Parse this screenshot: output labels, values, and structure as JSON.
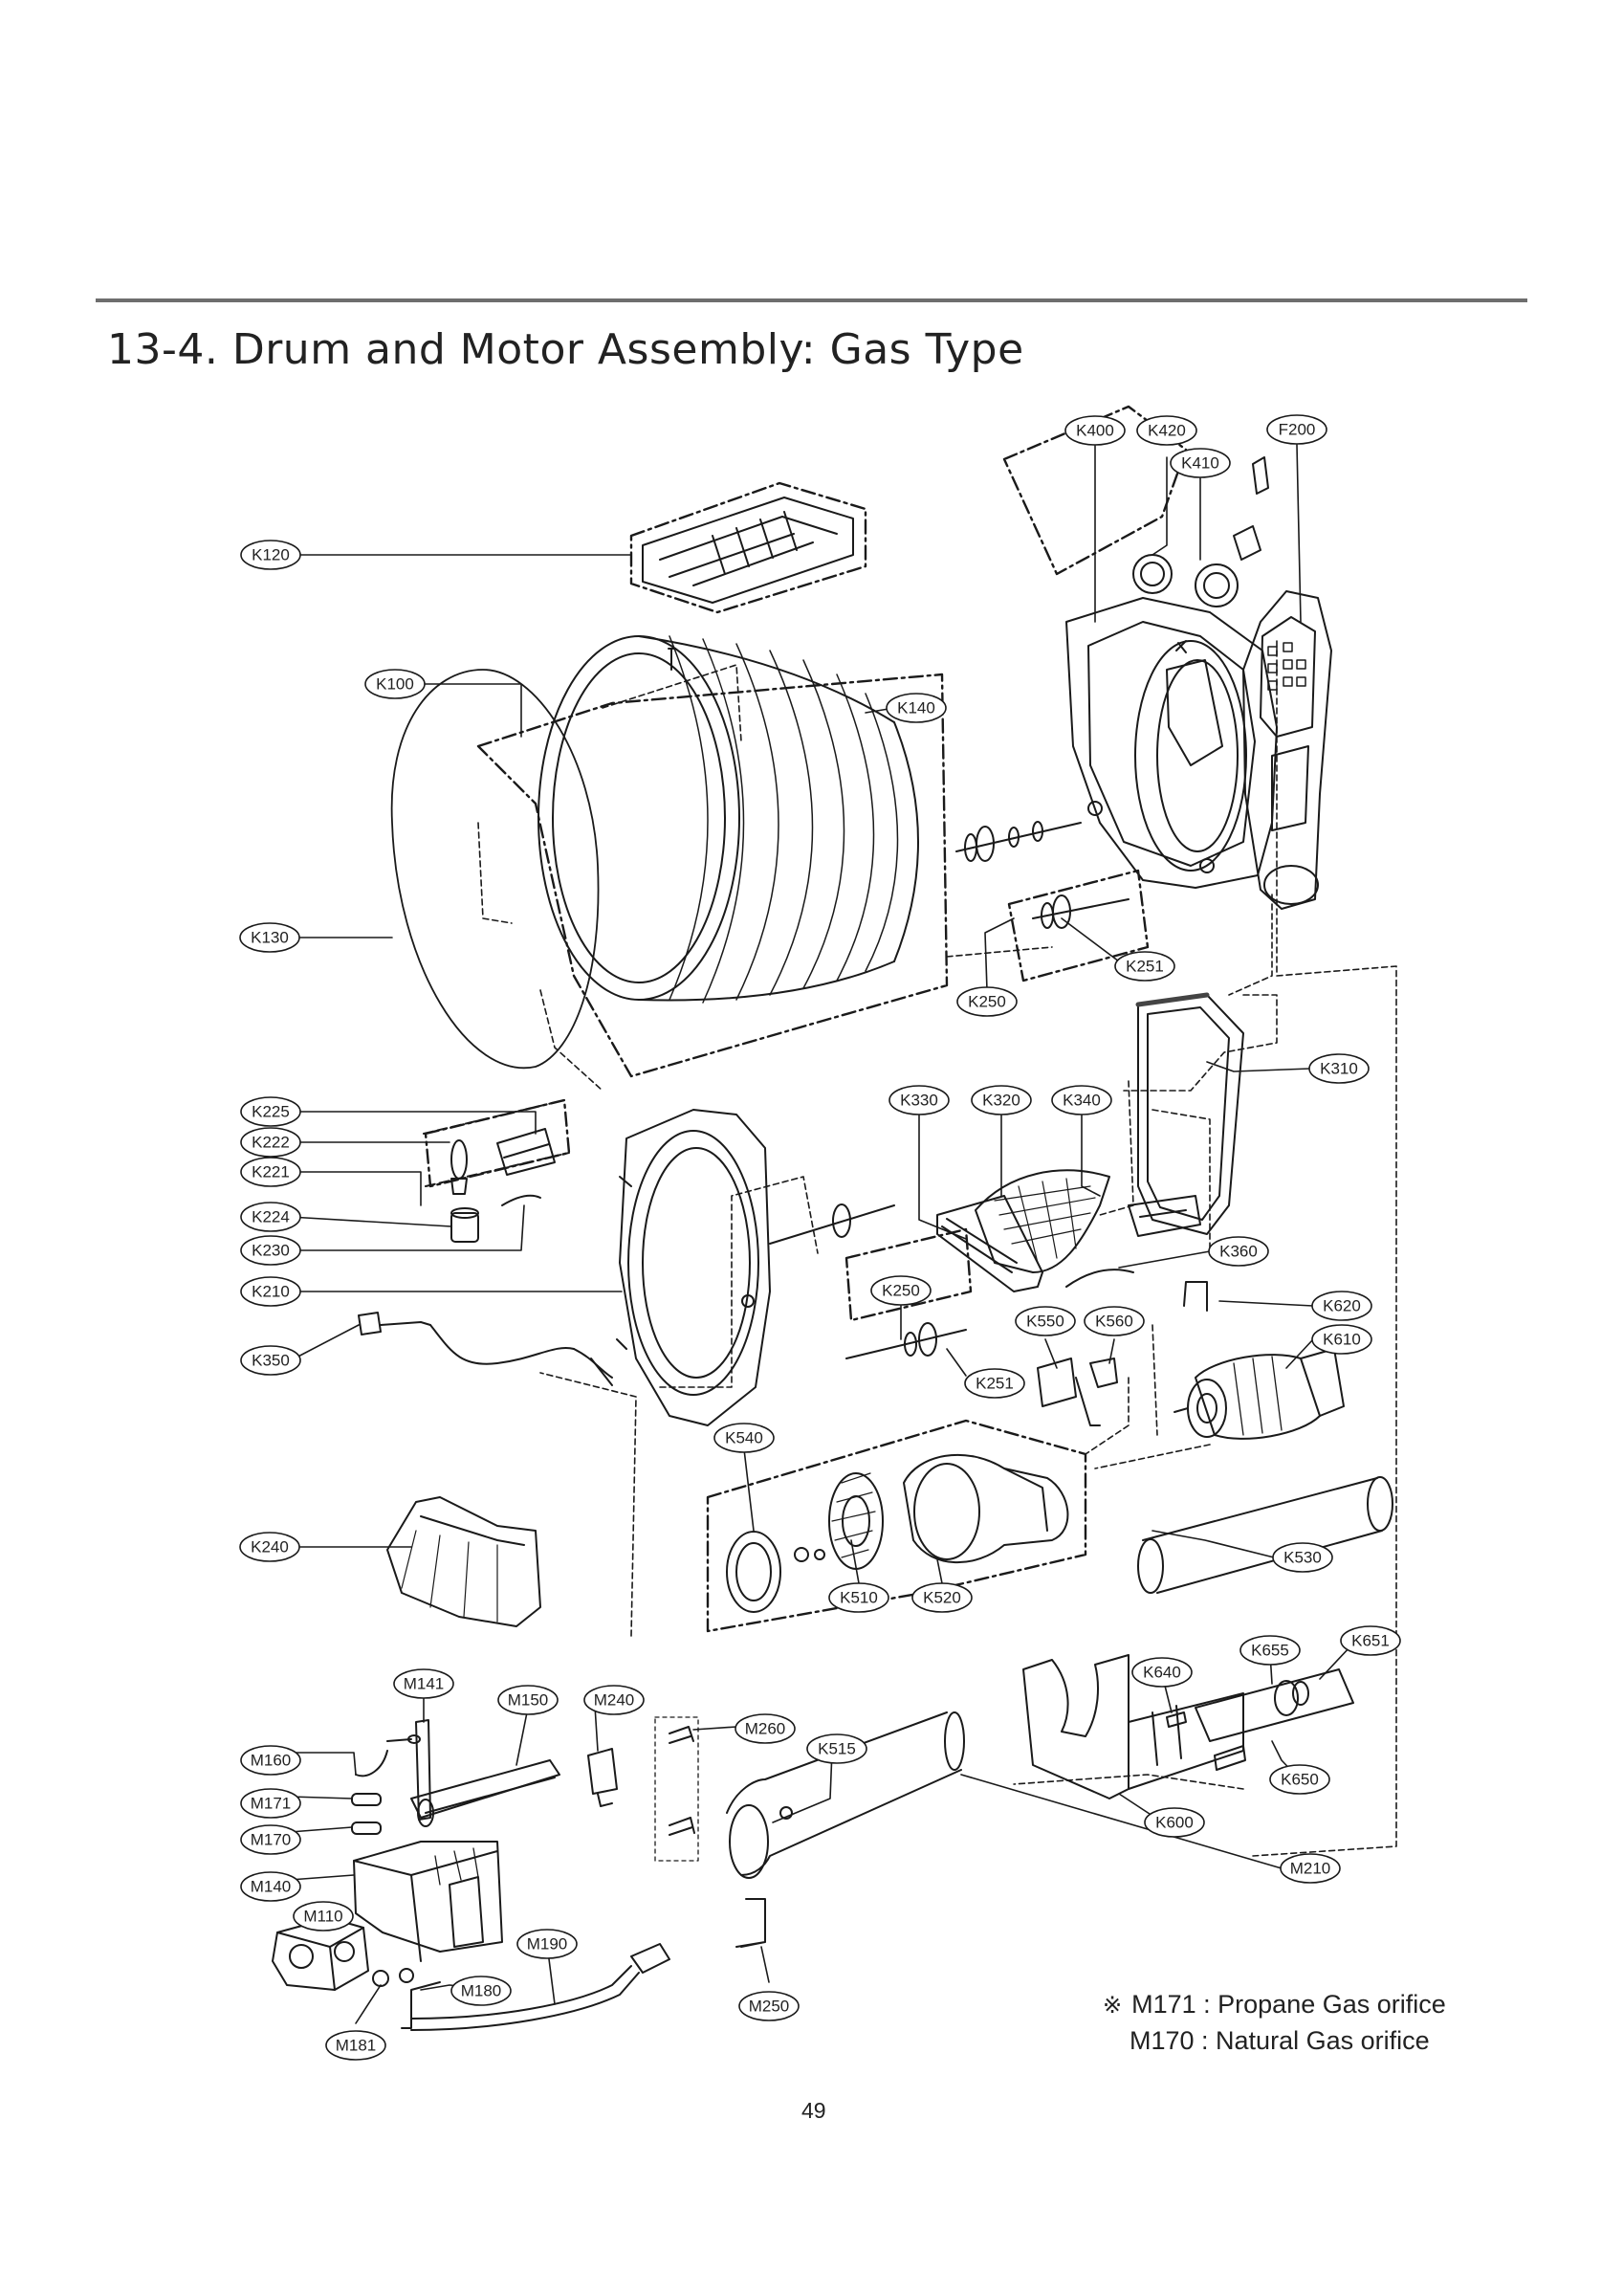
{
  "page": {
    "section_title": "13-4. Drum and Motor Assembly: Gas Type",
    "page_number": "49"
  },
  "notes": [
    {
      "mark": "※",
      "text": "M171 : Propane Gas orifice"
    },
    {
      "text": "M170 : Natural Gas orifice"
    }
  ],
  "callouts": [
    "K400",
    "K420",
    "K410",
    "F200",
    "K120",
    "K100",
    "K140",
    "K130",
    "K251",
    "K250",
    "K310",
    "K330",
    "K320",
    "K340",
    "K225",
    "K222",
    "K221",
    "K224",
    "K230",
    "K360",
    "K210",
    "K250",
    "K550",
    "K560",
    "K620",
    "K610",
    "K350",
    "K251",
    "K540",
    "K240",
    "K530",
    "K510",
    "K520",
    "K651",
    "K655",
    "K640",
    "M141",
    "M150",
    "M240",
    "M260",
    "M160",
    "K515",
    "K650",
    "M171",
    "M170",
    "K600",
    "M140",
    "M210",
    "M110",
    "M190",
    "M180",
    "M250",
    "M181"
  ]
}
